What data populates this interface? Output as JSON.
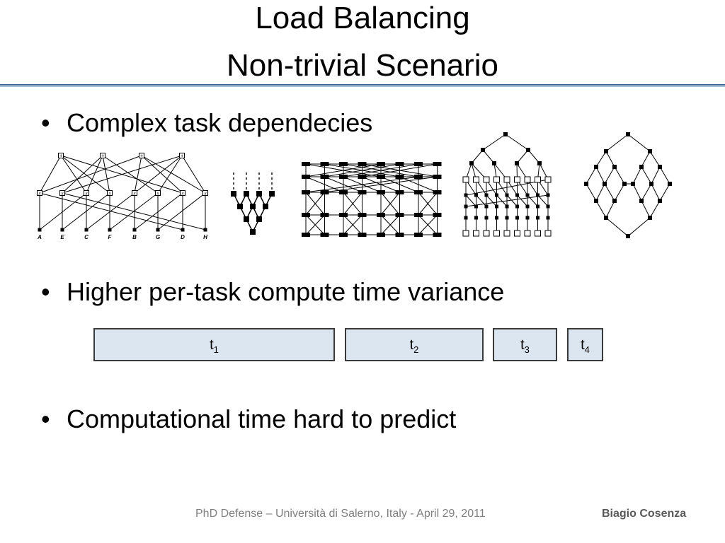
{
  "slide": {
    "title_line1": "Load Balancing",
    "title_line2": "Non-trivial Scenario",
    "bullets": [
      "Complex task dependecies",
      "Higher per-task compute time variance",
      "Computational time hard to predict"
    ],
    "bullet_glyph": "•",
    "dag1_labels": [
      "A",
      "E",
      "C",
      "F",
      "B",
      "G",
      "D",
      "H"
    ],
    "dag1_op_plus": "+",
    "dag1_op_times": "x",
    "tasks": [
      {
        "letter": "t",
        "index": "1"
      },
      {
        "letter": "t",
        "index": "2"
      },
      {
        "letter": "t",
        "index": "3"
      },
      {
        "letter": "t",
        "index": "4"
      }
    ],
    "footer_left": "PhD Defense – Università di Salerno, Italy - April 29, 2011",
    "footer_right": "Biagio Cosenza"
  },
  "colors": {
    "rule": "#3d6590",
    "task_fill": "#dce6f1",
    "task_border": "#3a3a3a",
    "footer_text": "#7f7f7f"
  }
}
